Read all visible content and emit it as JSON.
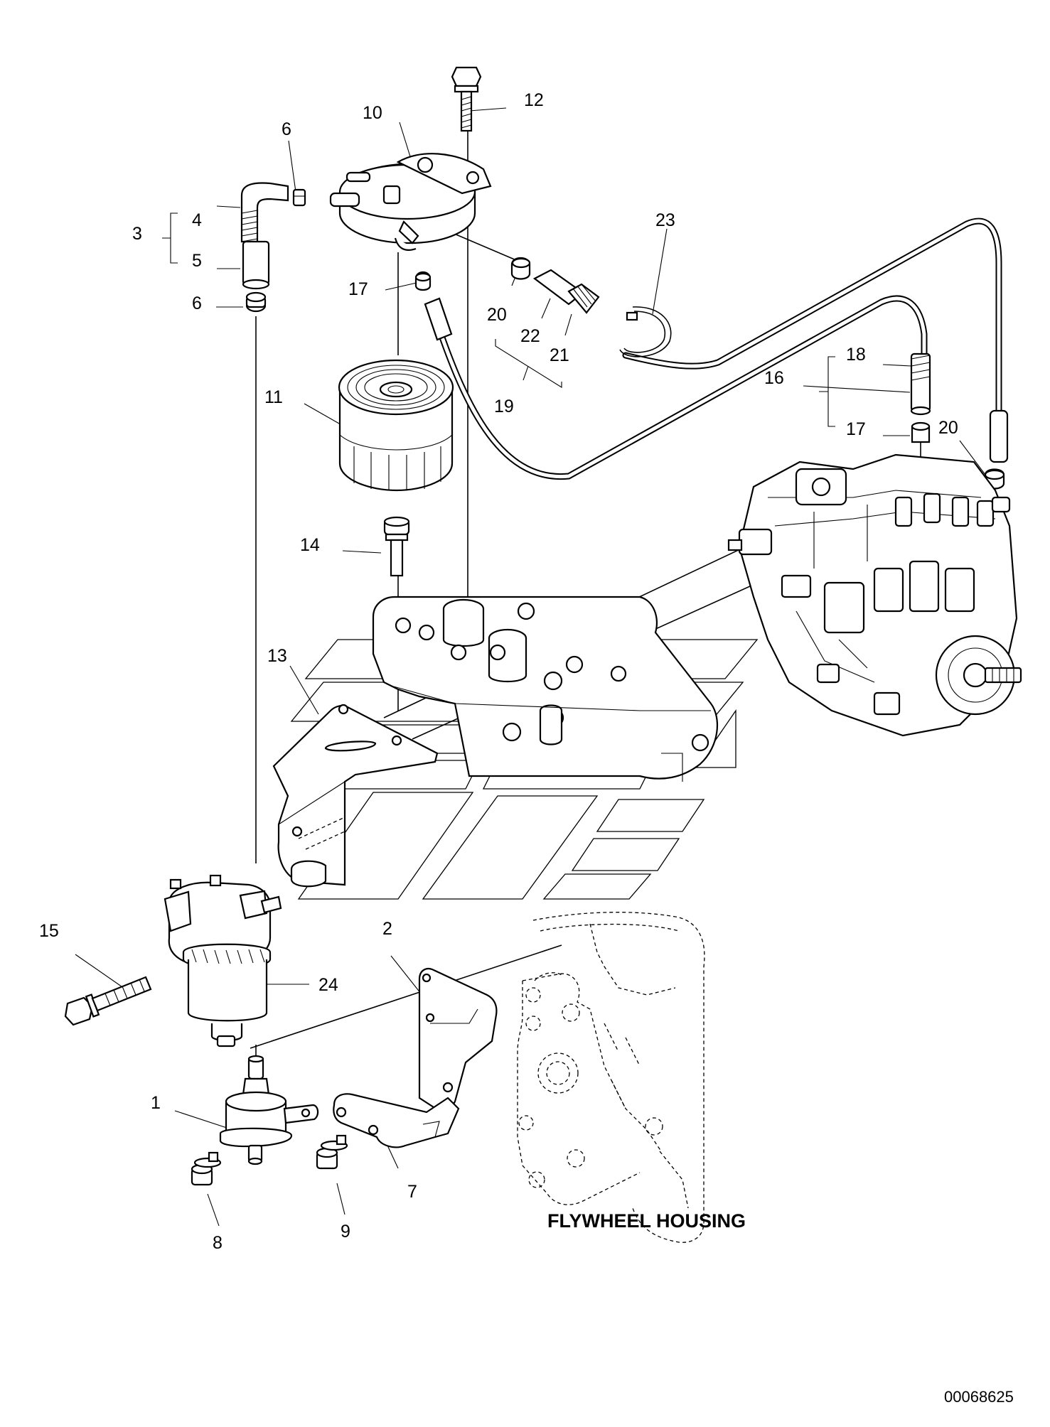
{
  "callouts": [
    {
      "id": "c1",
      "label": "1"
    },
    {
      "id": "c2",
      "label": "2"
    },
    {
      "id": "c3",
      "label": "3"
    },
    {
      "id": "c4",
      "label": "4"
    },
    {
      "id": "c5",
      "label": "5"
    },
    {
      "id": "c6a",
      "label": "6"
    },
    {
      "id": "c6b",
      "label": "6"
    },
    {
      "id": "c7",
      "label": "7"
    },
    {
      "id": "c8",
      "label": "8"
    },
    {
      "id": "c9",
      "label": "9"
    },
    {
      "id": "c10",
      "label": "10"
    },
    {
      "id": "c11",
      "label": "11"
    },
    {
      "id": "c12",
      "label": "12"
    },
    {
      "id": "c13",
      "label": "13"
    },
    {
      "id": "c14",
      "label": "14"
    },
    {
      "id": "c15",
      "label": "15"
    },
    {
      "id": "c16",
      "label": "16"
    },
    {
      "id": "c17a",
      "label": "17"
    },
    {
      "id": "c17b",
      "label": "17"
    },
    {
      "id": "c18",
      "label": "18"
    },
    {
      "id": "c19",
      "label": "19"
    },
    {
      "id": "c20a",
      "label": "20"
    },
    {
      "id": "c20b",
      "label": "20"
    },
    {
      "id": "c21",
      "label": "21"
    },
    {
      "id": "c22",
      "label": "22"
    },
    {
      "id": "c23",
      "label": "23"
    },
    {
      "id": "c24",
      "label": "24"
    }
  ],
  "caption": "FLYWHEEL HOUSING",
  "document_number": "00068625"
}
